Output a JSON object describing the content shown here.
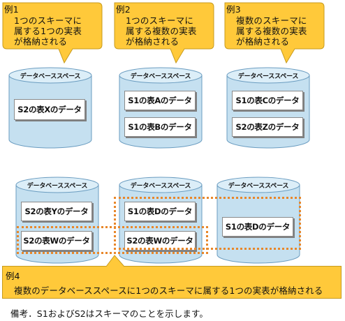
{
  "colors": {
    "callout_fill": "#ffc93a",
    "callout_border": "#c79a1c",
    "cylinder_body": "#c5e0f0",
    "cylinder_edge": "#6a9cc0",
    "group_border": "#e8872a"
  },
  "examples": [
    {
      "label": "例1",
      "line1": "1つのスキーマに",
      "line2": "属する1つの実表",
      "line3": "が格納される",
      "tablespace": {
        "title": "データベーススペース",
        "tables": [
          "S2の表Xのデータ"
        ]
      }
    },
    {
      "label": "例2",
      "line1": "1つのスキーマに",
      "line2": "属する複数の実表",
      "line3": "が格納される",
      "tablespace": {
        "title": "データベーススペース",
        "tables": [
          "S1の表Aのデータ",
          "S1の表Bのデータ"
        ]
      }
    },
    {
      "label": "例3",
      "line1": "複数のスキーマに",
      "line2": "属する複数の実表",
      "line3": "が格納される",
      "tablespace": {
        "title": "データベーススペース",
        "tables": [
          "S1の表Cのデータ",
          "S2の表Zのデータ"
        ]
      }
    }
  ],
  "example4": {
    "label": "例4",
    "text": "複数のデータベーススペースに1つのスキーマに属する1つの実表が格納される",
    "tablespaces": [
      {
        "title": "データベーススペース",
        "tables": [
          "S2の表Yのデータ",
          "S2の表Wのデータ"
        ]
      },
      {
        "title": "データベーススペース",
        "tables": [
          "S1の表Dのデータ",
          "S2の表Wのデータ"
        ]
      },
      {
        "title": "データベーススペース",
        "tables": [
          "S1の表Dのデータ"
        ]
      }
    ]
  },
  "note": "備考．S1およびS2はスキーマのことを示します。"
}
